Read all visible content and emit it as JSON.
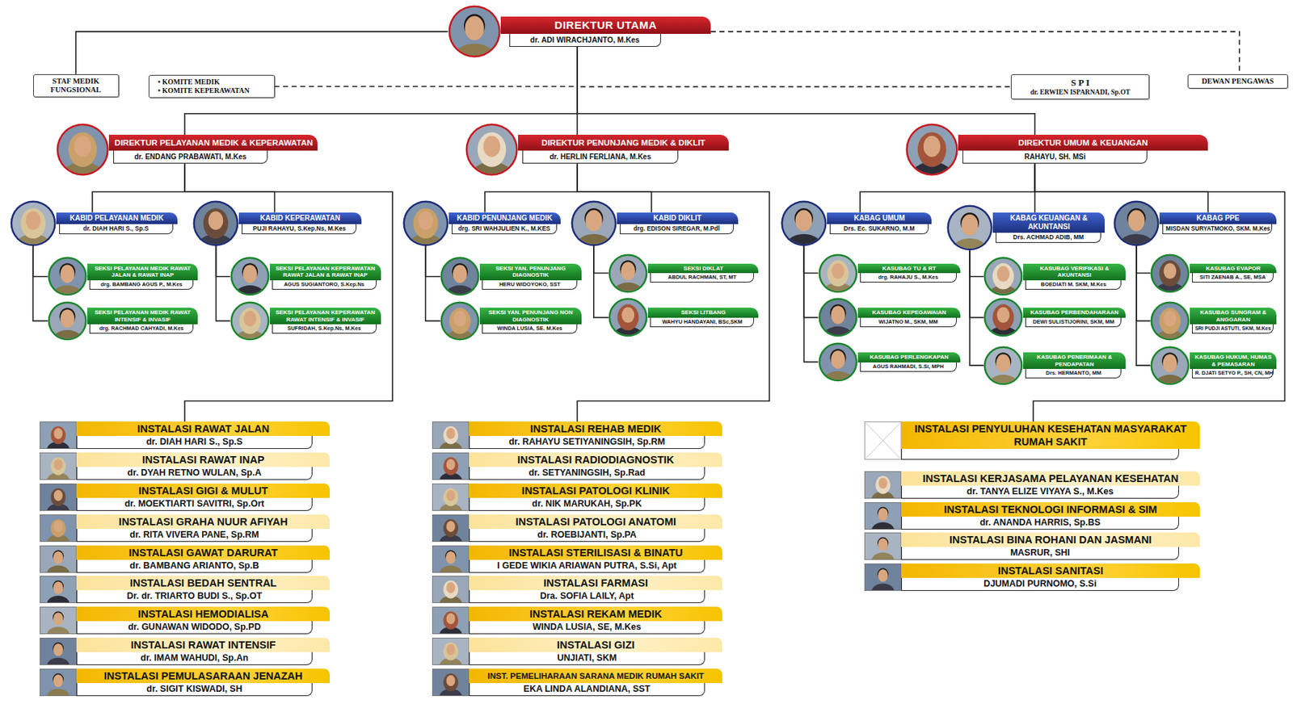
{
  "diagram": {
    "nodes": [
      {
        "text": [
          "DIREKTUR UTAMA",
          "dr. ADI WIRACHJANTO, M.Kes"
        ]
      },
      {
        "text": [
          "STAF MEDIK FUNGSIONAL"
        ]
      },
      {
        "text": [
          "• KOMITE MEDIK",
          "• KOMITE KEPERAWATAN"
        ]
      },
      {
        "text": [
          "S P I",
          "dr. ERWIEN ISPARNADI, Sp.OT"
        ]
      },
      {
        "text": [
          "DEWAN PENGAWAS"
        ]
      },
      {
        "text": [
          "DIREKTUR PELAYANAN MEDIK & KEPERAWATAN",
          "dr. ENDANG PRABAWATI, M.Kes"
        ]
      },
      {
        "text": [
          "DIREKTUR PENUNJANG MEDIK & DIKLIT",
          "dr. HERLIN FERLIANA, M.Kes"
        ]
      },
      {
        "text": [
          "DIREKTUR UMUM & KEUANGAN",
          "RAHAYU, SH. MSi"
        ]
      },
      {
        "text": [
          "KABID PELAYANAN MEDIK",
          "dr. DIAH HARI S., Sp.S"
        ]
      },
      {
        "text": [
          "KABID KEPERAWATAN",
          "PUJI RAHAYU, S.Kep.Ns, M.Kes"
        ]
      },
      {
        "text": [
          "KABID PENUNJANG MEDIK",
          "drg. SRI WAHJULIEN K., M.KES"
        ]
      },
      {
        "text": [
          "KABID DIKLIT",
          "drg. EDISON SIREGAR, M.Pdl"
        ]
      },
      {
        "text": [
          "KABAG UMUM",
          "Drs. Ec. SUKARNO, M.M"
        ]
      },
      {
        "text": [
          "KABAG KEUANGAN & AKUNTANSI",
          "Drs. ACHMAD ADIB, MM"
        ]
      },
      {
        "text": [
          "KABAG PPE",
          "MISDAN SURYATMOKO, SKM. M.Kes"
        ]
      },
      {
        "text": [
          "SEKSI PELAYANAN MEDIK RAWAT JALAN & RAWAT INAP",
          "drg. BAMBANG AGUS P., M.Kes"
        ]
      },
      {
        "text": [
          "SEKSI PELAYANAN MEDIK RAWAT INTENSIF & INVASIF",
          "drg. RACHMAD CAHYADI, M.Kes"
        ]
      },
      {
        "text": [
          "SEKSI PELAYANAN KEPERAWATAN RAWAT JALAN & RAWAT INAP",
          "AGUS SUGIANTORO, S.Kep.Ns"
        ]
      },
      {
        "text": [
          "SEKSI PELAYANAN KEPERAWATAN RAWAT INTENSIF & INVASIF",
          "SUFRIDAH, S.Kep.Ns, M.Kes"
        ]
      },
      {
        "text": [
          "SEKSI YAN. PENUNJANG DIAGNOSTIK",
          "HERU WIDOYOKO, SST"
        ]
      },
      {
        "text": [
          "SEKSI YAN. PENUNJANG NON DIAGNOSTIK",
          "WINDA LUSIA, SE. M.Kes"
        ]
      },
      {
        "text": [
          "SEKSI DIKLAT",
          "ABDUL RACHMAN, ST, MT"
        ]
      },
      {
        "text": [
          "SEKSI LITBANG",
          "WAHYU HANDAYANI, BSc,SKM"
        ]
      },
      {
        "text": [
          "KASUBAG TU & RT",
          "drg. RAHAJU S., M.Kes"
        ]
      },
      {
        "text": [
          "KASUBAG KEPEGAWAIAN",
          "WIJATNO M., SKM, MM"
        ]
      },
      {
        "text": [
          "KASUBAG PERLENGKAPAN",
          "AGUS RAHMADI, S.Si, MPH"
        ]
      },
      {
        "text": [
          "KASUBAG VERIFIKASI & AKUNTANSI",
          "BOEDIATI M. SKM, M.Kes"
        ]
      },
      {
        "text": [
          "KASUBAG PERBENDAHARAAN",
          "DEWI SULISTIJORINI, SKM, MM"
        ]
      },
      {
        "text": [
          "KASUBAG PENERIMAAN & PENDAPATAN",
          "Drs. HERMANTO, MM"
        ]
      },
      {
        "text": [
          "KASUBAG EVAPOR",
          "SITI ZAENAB A., SE, MSA"
        ]
      },
      {
        "text": [
          "KASUBAG SUNGRAM & ANGGARAN",
          "SRI PUDJI ASTUTI, SKM, M.Kes"
        ]
      },
      {
        "text": [
          "KASUBAG HUKUM, HUMAS & PEMASARAN",
          "R. DJATI SETYO P., SH, CN, MH"
        ]
      },
      {
        "text": [
          "INSTALASI RAWAT JALAN",
          "dr. DIAH HARI S., Sp.S"
        ]
      },
      {
        "text": [
          "INSTALASI RAWAT INAP",
          "dr. DYAH RETNO WULAN, Sp.A"
        ]
      },
      {
        "text": [
          "INSTALASI GIGI & MULUT",
          "dr. MOEKTIARTI SAVITRI, Sp.Ort"
        ]
      },
      {
        "text": [
          "INSTALASI GRAHA NUUR AFIYAH",
          "dr. RITA VIVERA PANE, Sp.RM"
        ]
      },
      {
        "text": [
          "INSTALASI GAWAT DARURAT",
          "dr. BAMBANG ARIANTO, Sp.B"
        ]
      },
      {
        "text": [
          "INSTALASI BEDAH SENTRAL",
          "Dr. dr. TRIARTO BUDI S., Sp.OT"
        ]
      },
      {
        "text": [
          "INSTALASI HEMODIALISA",
          "dr. GUNAWAN WIDODO, Sp.PD"
        ]
      },
      {
        "text": [
          "INSTALASI RAWAT INTENSIF",
          "dr. IMAM WAHUDI, Sp.An"
        ]
      },
      {
        "text": [
          "INSTALASI PEMULASARAAN JENAZAH",
          "dr. SIGIT KISWADI, SH"
        ]
      },
      {
        "text": [
          "INSTALASI REHAB MEDIK",
          "dr. RAHAYU SETIYANINGSIH, Sp.RM"
        ]
      },
      {
        "text": [
          "INSTALASI RADIODIAGNOSTIK",
          "dr. SETYANINGSIH, Sp.Rad"
        ]
      },
      {
        "text": [
          "INSTALASI PATOLOGI KLINIK",
          "dr. NIK MARUKAH, Sp.PK"
        ]
      },
      {
        "text": [
          "INSTALASI PATOLOGI ANATOMI",
          "dr. ROEBIJANTI, Sp.PA"
        ]
      },
      {
        "text": [
          "INSTALASI STERILISASI & BINATU",
          "I GEDE WIKIA ARIAWAN PUTRA, S.Si, Apt"
        ]
      },
      {
        "text": [
          "INSTALASI FARMASI",
          "Dra. SOFIA LAILY, Apt"
        ]
      },
      {
        "text": [
          "INSTALASI REKAM MEDIK",
          "WINDA LUSIA, SE, M.Kes"
        ]
      },
      {
        "text": [
          "INSTALASI GIZI",
          "UNJIATI, SKM"
        ]
      },
      {
        "text": [
          "INST. PEMELIHARAAN SARANA MEDIK RUMAH SAKIT",
          "EKA LINDA ALANDIANA, SST"
        ]
      },
      {
        "text": [
          "INSTALASI PENYULUHAN KESEHATAN MASYARAKAT RUMAH SAKIT"
        ]
      },
      {
        "text": [
          "INSTALASI KERJASAMA PELAYANAN KESEHATAN",
          "dr. TANYA ELIZE VIYAYA S., M.Kes"
        ]
      },
      {
        "text": [
          "INSTALASI TEKNOLOGI INFORMASI & SIM",
          "dr. ANANDA HARRIS, Sp.BS"
        ]
      },
      {
        "text": [
          "INSTALASI BINA ROHANI DAN JASMANI",
          "MASRUR, SHI"
        ]
      },
      {
        "text": [
          "INSTALASI SANITASI",
          "DJUMADI PURNOMO, S.Si"
        ]
      }
    ],
    "edges": [
      {
        "from": 0,
        "to": 1,
        "arrow": "none"
      },
      {
        "from": 0,
        "to": 2,
        "arrow": "none"
      },
      {
        "from": 0,
        "to": 3,
        "arrow": "none"
      },
      {
        "from": 0,
        "to": 4,
        "arrow": "none"
      },
      {
        "from": 0,
        "to": 5,
        "arrow": "none"
      },
      {
        "from": 0,
        "to": 6,
        "arrow": "none"
      },
      {
        "from": 0,
        "to": 7,
        "arrow": "none"
      },
      {
        "from": 5,
        "to": 8,
        "arrow": "none"
      },
      {
        "from": 5,
        "to": 9,
        "arrow": "none"
      },
      {
        "from": 5,
        "to": 32,
        "arrow": "none"
      },
      {
        "from": 6,
        "to": 10,
        "arrow": "none"
      },
      {
        "from": 6,
        "to": 11,
        "arrow": "none"
      },
      {
        "from": 6,
        "to": 41,
        "arrow": "none"
      },
      {
        "from": 7,
        "to": 12,
        "arrow": "none"
      },
      {
        "from": 7,
        "to": 13,
        "arrow": "none"
      },
      {
        "from": 7,
        "to": 14,
        "arrow": "none"
      },
      {
        "from": 7,
        "to": 50,
        "arrow": "none"
      },
      {
        "from": 8,
        "to": 15,
        "arrow": "none"
      },
      {
        "from": 8,
        "to": 16,
        "arrow": "none"
      },
      {
        "from": 9,
        "to": 17,
        "arrow": "none"
      },
      {
        "from": 9,
        "to": 18,
        "arrow": "none"
      },
      {
        "from": 10,
        "to": 19,
        "arrow": "none"
      },
      {
        "from": 10,
        "to": 20,
        "arrow": "none"
      },
      {
        "from": 11,
        "to": 21,
        "arrow": "none"
      },
      {
        "from": 11,
        "to": 22,
        "arrow": "none"
      },
      {
        "from": 12,
        "to": 23,
        "arrow": "none"
      },
      {
        "from": 12,
        "to": 24,
        "arrow": "none"
      },
      {
        "from": 12,
        "to": 25,
        "arrow": "none"
      },
      {
        "from": 13,
        "to": 26,
        "arrow": "none"
      },
      {
        "from": 13,
        "to": 27,
        "arrow": "none"
      },
      {
        "from": 13,
        "to": 28,
        "arrow": "none"
      },
      {
        "from": 14,
        "to": 29,
        "arrow": "none"
      },
      {
        "from": 14,
        "to": 30,
        "arrow": "none"
      },
      {
        "from": 14,
        "to": 31,
        "arrow": "none"
      }
    ]
  }
}
